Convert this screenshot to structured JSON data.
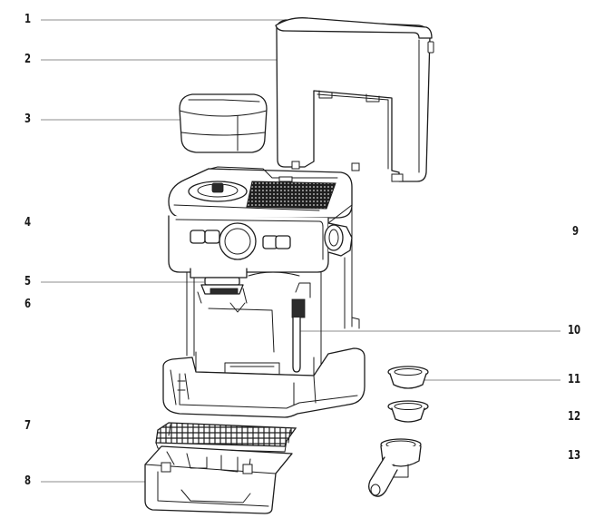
{
  "callouts": [
    {
      "id": "callout-1",
      "label": "1"
    },
    {
      "id": "callout-2",
      "label": "2"
    },
    {
      "id": "callout-3",
      "label": "3"
    },
    {
      "id": "callout-4",
      "label": "4"
    },
    {
      "id": "callout-5",
      "label": "5"
    },
    {
      "id": "callout-6",
      "label": "6"
    },
    {
      "id": "callout-7",
      "label": "7"
    },
    {
      "id": "callout-8",
      "label": "8"
    },
    {
      "id": "callout-9",
      "label": "9"
    },
    {
      "id": "callout-10",
      "label": "10"
    },
    {
      "id": "callout-11",
      "label": "11"
    },
    {
      "id": "callout-12",
      "label": "12"
    },
    {
      "id": "callout-13",
      "label": "13"
    }
  ]
}
